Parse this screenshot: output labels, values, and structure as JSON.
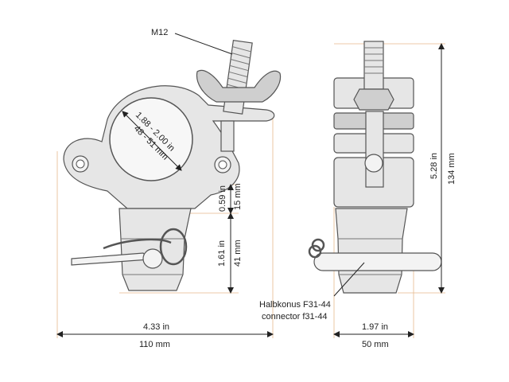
{
  "callouts": {
    "bolt": "M12",
    "cone_de": "Halbkonus F31-44",
    "cone_en": "connector f31-44"
  },
  "tube": {
    "diameter_in": "1.88 - 2.00 in",
    "diameter_mm": "48 - 51 mm"
  },
  "dimensions": {
    "body_height_in": "0.59 in",
    "body_height_mm": "15 mm",
    "cone_height_in": "1.61 in",
    "cone_height_mm": "41 mm",
    "width_in": "4.33 in",
    "width_mm": "110 mm",
    "depth_in": "1.97 in",
    "depth_mm": "50 mm",
    "total_height_in": "5.28 in",
    "total_height_mm": "134 mm"
  },
  "colors": {
    "dimension_line": "#222222",
    "extension_line": "#e6b98c",
    "metal": "#e6e6e6"
  }
}
